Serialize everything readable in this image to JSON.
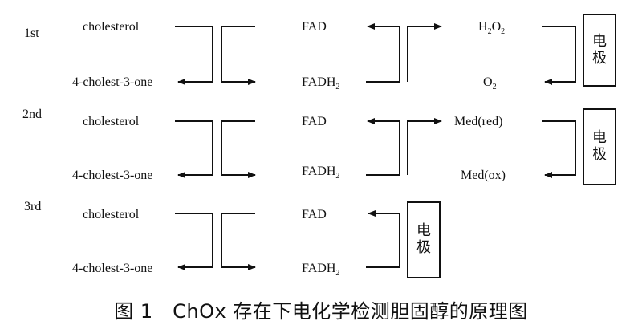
{
  "generations": [
    "1st",
    "2nd",
    "3rd"
  ],
  "rows": [
    {
      "substrate": "cholesterol",
      "product": "4-cholest-3-one",
      "fad": "FAD",
      "fadh2": "FADH",
      "fadh2_sub": "2",
      "mediator_top": "H",
      "mediator_top_sub1": "2",
      "mediator_top_mid": "O",
      "mediator_top_sub2": "2",
      "mediator_bottom": "O",
      "mediator_bottom_sub": "2",
      "electrode": [
        "电",
        "极"
      ]
    },
    {
      "substrate": "cholesterol",
      "product": "4-cholest-3-one",
      "fad": "FAD",
      "fadh2": "FADH",
      "fadh2_sub": "2",
      "mediator_top": "Med(red)",
      "mediator_bottom": "Med(ox)",
      "electrode": [
        "电",
        "极"
      ]
    },
    {
      "substrate": "cholesterol",
      "product": "4-cholest-3-one",
      "fad": "FAD",
      "fadh2": "FADH",
      "fadh2_sub": "2",
      "electrode": [
        "电",
        "极"
      ]
    }
  ],
  "caption": "图 1　ChOx 存在下电化学检测胆固醇的原理图"
}
